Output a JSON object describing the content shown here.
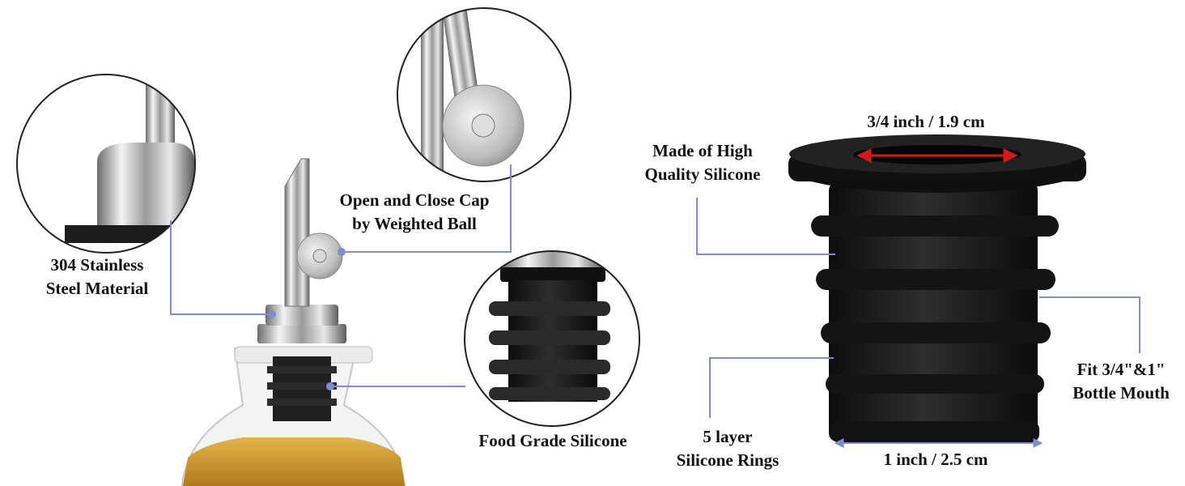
{
  "callouts": {
    "stainless": {
      "line1": "304 Stainless",
      "line2": "Steel Material"
    },
    "cap": {
      "line1": "Open and Close Cap",
      "line2": "by Weighted Ball"
    },
    "food_grade": {
      "text": "Food Grade Silicone"
    },
    "high_quality": {
      "line1": "Made of High",
      "line2": "Quality Silicone"
    },
    "rings": {
      "line1": "5 layer",
      "line2": "Silicone Rings"
    },
    "fit": {
      "line1": "Fit 3/4\"&1\"",
      "line2": "Bottle Mouth"
    }
  },
  "dimensions": {
    "top": "3/4 inch / 1.9 cm",
    "bottom": "1 inch / 2.5 cm"
  },
  "colors": {
    "callout_line": "#7b8fcf",
    "arrow_red": "#d11b1b",
    "silicone": "#1c1c1c",
    "oil": "#d6a22e"
  }
}
